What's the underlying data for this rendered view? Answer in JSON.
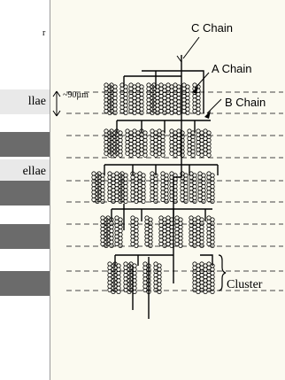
{
  "left_panel": {
    "lamellae_label_1": "llae",
    "lamellae_label_2": "ellae",
    "edge_mark": "r"
  },
  "diagram": {
    "chain_labels": {
      "c_chain": "C Chain",
      "a_chain": "A Chain",
      "b_chain": "B Chain"
    },
    "scale_label": "~90µm",
    "cluster_label": "Cluster"
  },
  "colors": {
    "band_dark": "#6b6b6b",
    "band_light": "#e9e9e9",
    "background_right": "#fbfaf0",
    "line": "#000000",
    "dashed_line": "#444444"
  }
}
